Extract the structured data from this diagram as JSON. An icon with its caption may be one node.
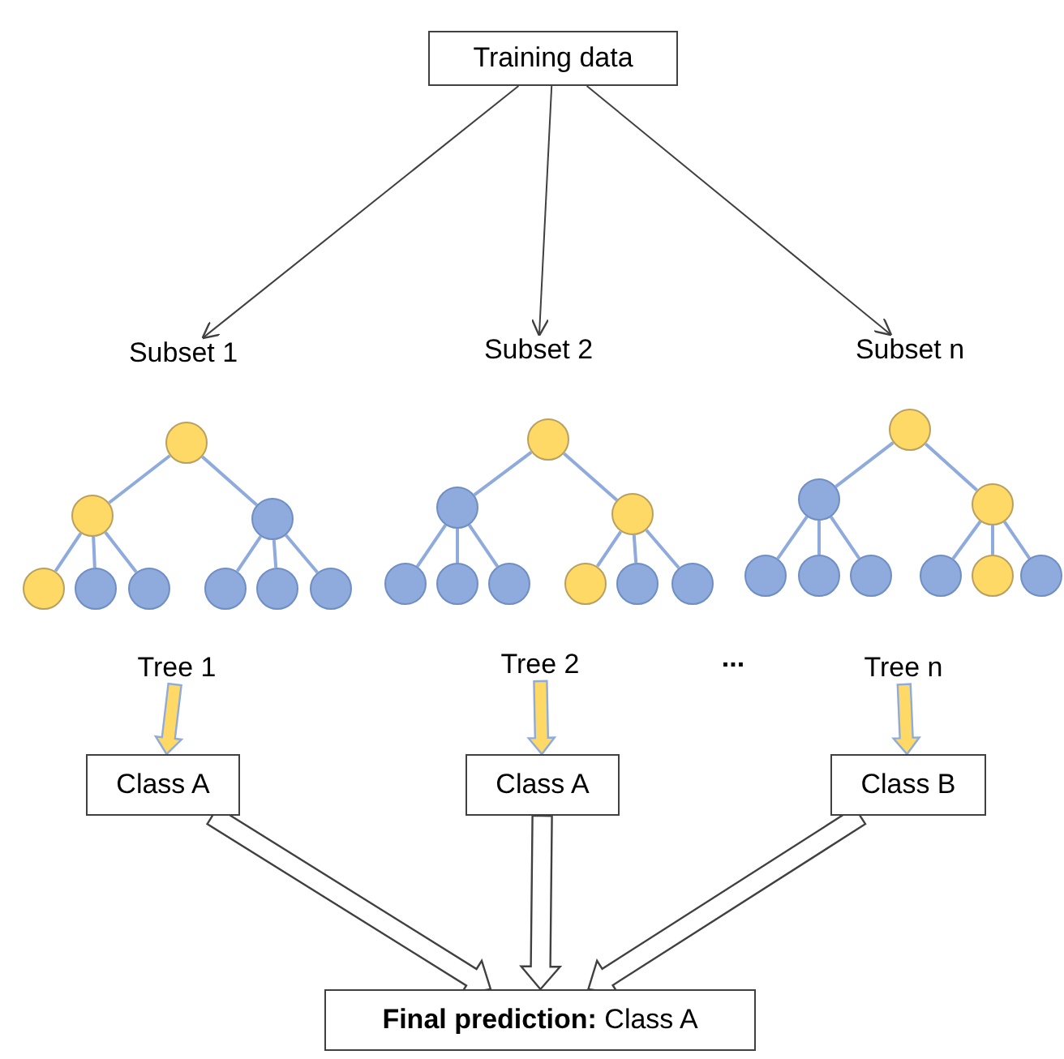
{
  "diagram": {
    "nodes": [
      {
        "text": [
          "Training data"
        ]
      },
      {
        "text": [
          "Subset 1"
        ]
      },
      {
        "text": [
          "Subset 2"
        ]
      },
      {
        "text": [
          "Subset n"
        ]
      },
      {
        "text": [],
        "shape": "circle"
      },
      {
        "text": [],
        "shape": "circle"
      },
      {
        "text": [],
        "shape": "circle"
      },
      {
        "text": [],
        "shape": "circle"
      },
      {
        "text": [],
        "shape": "circle"
      },
      {
        "text": [],
        "shape": "circle"
      },
      {
        "text": [],
        "shape": "circle"
      },
      {
        "text": [],
        "shape": "circle"
      },
      {
        "text": [],
        "shape": "circle"
      },
      {
        "text": [],
        "shape": "circle"
      },
      {
        "text": [],
        "shape": "circle"
      },
      {
        "text": [],
        "shape": "circle"
      },
      {
        "text": [],
        "shape": "circle"
      },
      {
        "text": [],
        "shape": "circle"
      },
      {
        "text": [],
        "shape": "circle"
      },
      {
        "text": [],
        "shape": "circle"
      },
      {
        "text": [],
        "shape": "circle"
      },
      {
        "text": [],
        "shape": "circle"
      },
      {
        "text": [],
        "shape": "circle"
      },
      {
        "text": [],
        "shape": "circle"
      },
      {
        "text": [],
        "shape": "circle"
      },
      {
        "text": [],
        "shape": "circle"
      },
      {
        "text": [],
        "shape": "circle"
      },
      {
        "text": [],
        "shape": "circle"
      },
      {
        "text": [],
        "shape": "circle"
      },
      {
        "text": [],
        "shape": "circle"
      },
      {
        "text": [],
        "shape": "circle"
      },
      {
        "text": [
          "Tree 1"
        ]
      },
      {
        "text": [
          "Tree 2"
        ]
      },
      {
        "text": [
          "Tree n"
        ]
      },
      {
        "text": [
          "Class A"
        ]
      },
      {
        "text": [
          "Class A"
        ]
      },
      {
        "text": [
          "Class B"
        ]
      },
      {
        "text": [
          "**Final prediction:** Class A"
        ]
      }
    ],
    "edges": [
      {
        "from": 0,
        "to": 1,
        "arrow": "to",
        "color": "#404040"
      },
      {
        "from": 0,
        "to": 2,
        "arrow": "to",
        "color": "#404040"
      },
      {
        "from": 0,
        "to": 3,
        "arrow": "to",
        "color": "#404040"
      },
      {
        "from": 4,
        "to": 5,
        "arrow": "none"
      },
      {
        "from": 4,
        "to": 6,
        "arrow": "none"
      },
      {
        "from": 5,
        "to": 7,
        "arrow": "none"
      },
      {
        "from": 5,
        "to": 8,
        "arrow": "none"
      },
      {
        "from": 5,
        "to": 9,
        "arrow": "none"
      },
      {
        "from": 6,
        "to": 10,
        "arrow": "none"
      },
      {
        "from": 6,
        "to": 11,
        "arrow": "none"
      },
      {
        "from": 6,
        "to": 12,
        "arrow": "none"
      },
      {
        "from": 13,
        "to": 14,
        "arrow": "none"
      },
      {
        "from": 13,
        "to": 15,
        "arrow": "none"
      },
      {
        "from": 14,
        "to": 16,
        "arrow": "none"
      },
      {
        "from": 14,
        "to": 17,
        "arrow": "none"
      },
      {
        "from": 14,
        "to": 18,
        "arrow": "none"
      },
      {
        "from": 15,
        "to": 19,
        "arrow": "none"
      },
      {
        "from": 15,
        "to": 20,
        "arrow": "none"
      },
      {
        "from": 15,
        "to": 21,
        "arrow": "none"
      },
      {
        "from": 22,
        "to": 23,
        "arrow": "none"
      },
      {
        "from": 22,
        "to": 24,
        "arrow": "none"
      },
      {
        "from": 23,
        "to": 25,
        "arrow": "none"
      },
      {
        "from": 23,
        "to": 26,
        "arrow": "none"
      },
      {
        "from": 23,
        "to": 27,
        "arrow": "none"
      },
      {
        "from": 24,
        "to": 28,
        "arrow": "none"
      },
      {
        "from": 24,
        "to": 29,
        "arrow": "none"
      },
      {
        "from": 24,
        "to": 30,
        "arrow": "none"
      },
      {
        "from": 31,
        "to": 34,
        "arrow": "to",
        "style": "thick",
        "color": "#ffd966"
      },
      {
        "from": 32,
        "to": 35,
        "arrow": "to",
        "style": "thick",
        "color": "#ffd966"
      },
      {
        "from": 33,
        "to": 36,
        "arrow": "to",
        "style": "thick",
        "color": "#ffd966"
      },
      {
        "from": 34,
        "to": 37,
        "arrow": "to",
        "style": "thick",
        "color": "#ffffff"
      },
      {
        "from": 35,
        "to": 37,
        "arrow": "to",
        "style": "thick",
        "color": "#ffffff"
      },
      {
        "from": 36,
        "to": 37,
        "arrow": "to",
        "style": "thick",
        "color": "#ffffff"
      }
    ],
    "labels": [
      "..."
    ]
  }
}
